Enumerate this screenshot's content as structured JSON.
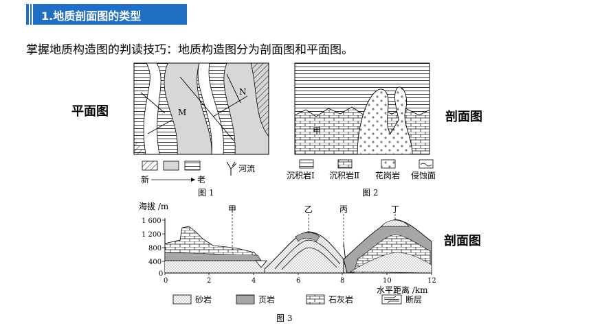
{
  "header": {
    "title": "1.地质剖面图的类型"
  },
  "intro": {
    "text": "掌握地质构造图的判读技巧：地质构造图分为剖面图和平面图。"
  },
  "labels": {
    "plan": "平面图",
    "section_1": "剖面图",
    "section_2": "剖面图"
  },
  "fig1": {
    "caption": "图 1",
    "label_m": "M",
    "label_n": "N",
    "legend_river": "河流",
    "legend_new": "新",
    "legend_old": "老"
  },
  "fig2": {
    "caption": "图 2",
    "label_jia": "甲",
    "legend": [
      "沉积岩Ⅰ",
      "沉积岩Ⅱ",
      "花岗岩",
      "侵蚀面"
    ]
  },
  "fig3": {
    "caption": "图 3",
    "ylabel": "海拔 /m",
    "yticks": [
      "1 600",
      "1 200",
      "800",
      "400",
      "0"
    ],
    "xticks": [
      "0",
      "2",
      "4",
      "6",
      "8",
      "10",
      "12"
    ],
    "xlabel": "水平距离 /km",
    "points": [
      "甲",
      "乙",
      "丙",
      "丁"
    ],
    "legend": [
      "砂岩",
      "页岩",
      "石灰岩",
      "断层"
    ]
  }
}
